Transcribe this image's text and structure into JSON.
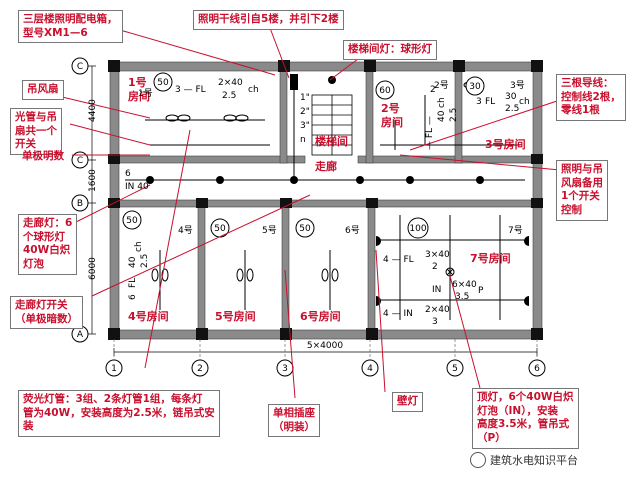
{
  "annotations": {
    "dist_box": "三层楼照明配电箱，\n型号XM1—6",
    "trunk": "照明干线引自5楼，并引下2楼",
    "stair_light": "楼梯间灯：球形灯",
    "ceiling_fan": "吊风扇",
    "lamp_fan_switch": "光管与吊\n扇共一个\n开关",
    "single_switch": "单极明数",
    "three_wires": "三根导线：\n控制线2根，\n零线1根",
    "lamp_fan_standby": "照明与吊\n风扇备用\n1个开关\n控制",
    "corridor_lamp": "走廊灯：6\n个球形灯\n40W白炽\n灯泡",
    "corridor_switch": "走廊灯开关\n（单极暗数）",
    "fluorescent": "荧光灯管：3组、2条灯管1组，每条灯\n管为40W，安装高度为2.5米，链吊式安\n装",
    "socket": "单相插座\n（明装）",
    "wall_lamp": "壁灯",
    "ceiling_lamp": "顶灯，6个40W白炽\n灯泡（IN），安装\n高度3.5米，管吊式\n（P）"
  },
  "rooms": {
    "r1": "1号\n房间",
    "r2": "2号\n房间",
    "r3": "3号房间",
    "r3_top": "3号",
    "r2_top": "2号",
    "r1_top": "1号",
    "r4": "4号房间",
    "r5": "5号房间",
    "r6": "6号房间",
    "r7": "7号房间",
    "stair": "楼梯间",
    "corridor": "走廊",
    "r4_tag": "4号",
    "r5_tag": "5号",
    "r6_tag": "6号",
    "r7_tag": "7号"
  },
  "labels": {
    "area50a": "50",
    "area60": "60",
    "area30": "30",
    "area50b": "50",
    "area50c": "50",
    "area50d": "50",
    "area100": "100",
    "fl_top": "3 — FL",
    "fl_top_frac_top": "2×40",
    "fl_top_frac_bot": "2.5",
    "fl_top_ch": "ch",
    "fl_r3": "FL",
    "fl_r3_top": "30",
    "fl_r3_bot": "2.5",
    "fl_r3_ch": "ch",
    "fl_r3_n": "3",
    "fl_r2_n": "2",
    "fl_r2_top": "40",
    "fl_r2_bot": "2.5",
    "fl_r2_ch": "ch",
    "fl_r2_fl": "— FL —",
    "fl_r7": "4 — FL",
    "fl_r7_top": "3×40",
    "fl_r7_bot": "2",
    "in_r7": "IN",
    "in_r7_top": "6×40",
    "in_r7_bot": "3.5",
    "in_r7_p": "P",
    "fl_r7b": "4 — IN",
    "fl_r7b_top": "2×40",
    "fl_r7b_bot": "3",
    "left_fl_n": "6",
    "left_fl": "FL",
    "left_fl_top": "40",
    "left_fl_bot": "2.5",
    "left_fl_ch": "ch",
    "corr_in": "6",
    "corr_in2": "IN 40",
    "dim_4400": "4400",
    "dim_1600": "1600",
    "dim_6000": "6000",
    "dim_total": "5×4000",
    "axis_c_top": "C",
    "axis_c_mid": "C",
    "axis_b": "B",
    "axis_a": "A",
    "axis_1": "1",
    "axis_2": "2",
    "axis_3": "3",
    "axis_4": "4",
    "axis_5": "5",
    "axis_6": "6",
    "stair_1": "1\"",
    "stair_2": "2\"",
    "stair_3": "3\"",
    "stair_n": "n"
  },
  "watermark": "建筑水电知识平台",
  "colors": {
    "annotation": "#c8102e",
    "wall": "#7d7d7d",
    "room_label": "#c8102e",
    "line": "#000000"
  }
}
